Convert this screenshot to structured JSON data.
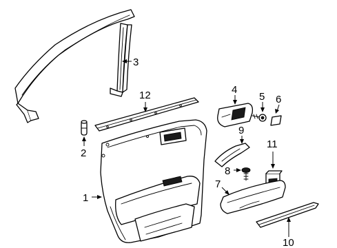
{
  "callouts": [
    "1",
    "2",
    "3",
    "4",
    "5",
    "6",
    "7",
    "8",
    "9",
    "10",
    "11",
    "12"
  ]
}
